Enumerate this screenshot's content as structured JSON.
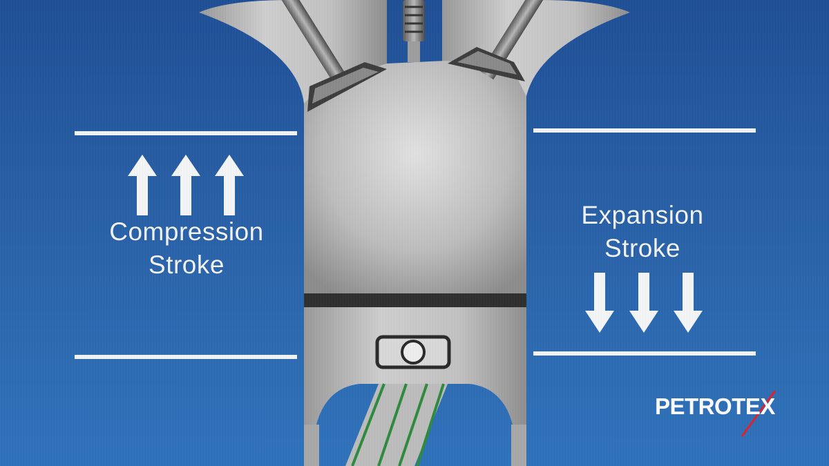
{
  "diagram": {
    "left_label": {
      "line1": "Compression",
      "line2": "Stroke",
      "direction": "up"
    },
    "right_label": {
      "line1": "Expansion",
      "line2": "Stroke",
      "direction": "down"
    },
    "brand": {
      "text": "PETROTEX",
      "accent": "#e0212b"
    },
    "colors": {
      "background": "#2a5fa6",
      "metal": "#c4c4c4",
      "line": "#ffffff",
      "rod_stripe": "#2e8a3e"
    }
  }
}
